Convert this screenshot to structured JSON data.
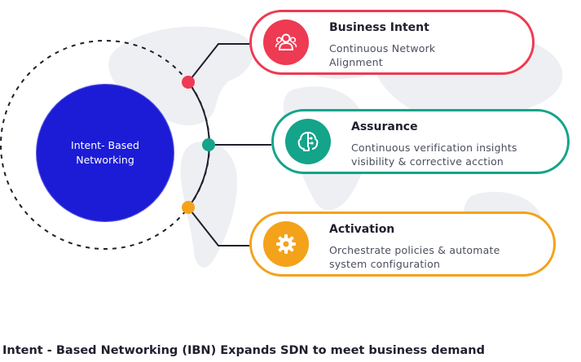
{
  "center": {
    "label": "Intent- Based\nNetworking",
    "color": "#1c1cd6"
  },
  "cards": [
    {
      "title": "Business Intent",
      "description": "Continuous Network\nAlignment",
      "icon": "users-icon",
      "color": "#ee3a52"
    },
    {
      "title": "Assurance",
      "description": "Continuous verification insights\nvisibility & corrective acction",
      "icon": "brain-icon",
      "color": "#14a48a"
    },
    {
      "title": "Activation",
      "description": "Orchestrate policies & automate\nsystem configuration",
      "icon": "gear-icon",
      "color": "#f4a21a"
    }
  ],
  "caption": "Intent - Based Networking (IBN) Expands SDN to meet business demand"
}
